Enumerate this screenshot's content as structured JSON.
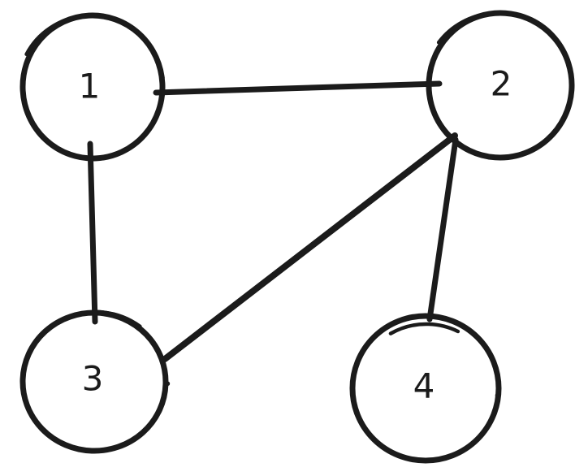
{
  "diagram": {
    "type": "undirected-graph-sketch",
    "background_color": "#ffffff",
    "stroke_color": "#1b1b1b",
    "nodes": [
      {
        "id": "1",
        "label": "1"
      },
      {
        "id": "2",
        "label": "2"
      },
      {
        "id": "3",
        "label": "3"
      },
      {
        "id": "4",
        "label": "4"
      }
    ],
    "edges": [
      {
        "from": "1",
        "to": "2"
      },
      {
        "from": "1",
        "to": "3"
      },
      {
        "from": "2",
        "to": "3"
      },
      {
        "from": "2",
        "to": "4"
      }
    ]
  }
}
